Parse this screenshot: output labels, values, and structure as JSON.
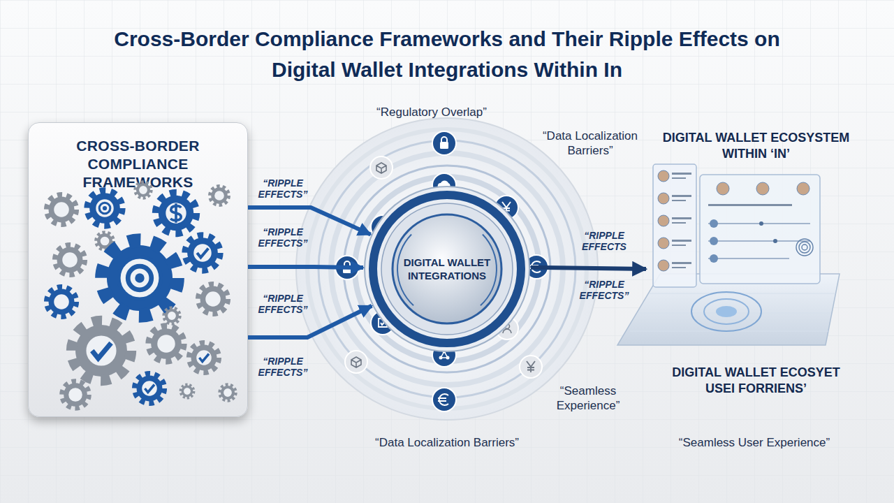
{
  "diagram": {
    "title": "Cross-Border Compliance Frameworks and Their Ripple Effects on Digital Wallet Integrations Within In",
    "nodes": [
      {
        "text": [
          "CROSS-BORDER COMPLIANCE FRAMEWORKS"
        ]
      },
      {
        "text": [
          "DIGITAL WALLET INTEGRATIONS"
        ]
      },
      {
        "text": [
          "DIGITAL WALLET ECOSYSTEM WITHIN ‘IN’",
          "DIGITAL WALLET ECOSYET USEI FORRIENS’"
        ]
      }
    ],
    "edges": [
      {
        "from": 0,
        "to": 1,
        "arrow": "to",
        "label": "“RIPPLE EFFECTS”"
      },
      {
        "from": 0,
        "to": 1,
        "arrow": "to",
        "label": "“RIPPLE EFFECTS”"
      },
      {
        "from": 0,
        "to": 1,
        "arrow": "to",
        "label": "“RIPPLE EFFECTS”"
      },
      {
        "from": 1,
        "to": 2,
        "arrow": "to",
        "label": "“RIPPLE EFFECTS"
      }
    ],
    "labels": [
      "“RIPPLE EFFECTS”",
      "“Regulatory Overlap”",
      "“Data Localization Barriers”",
      "“RIPPLE EFFECTS”",
      "“Seamless Experience”",
      "“Data Localization Barriers”",
      "“Seamless User Experience”"
    ]
  }
}
